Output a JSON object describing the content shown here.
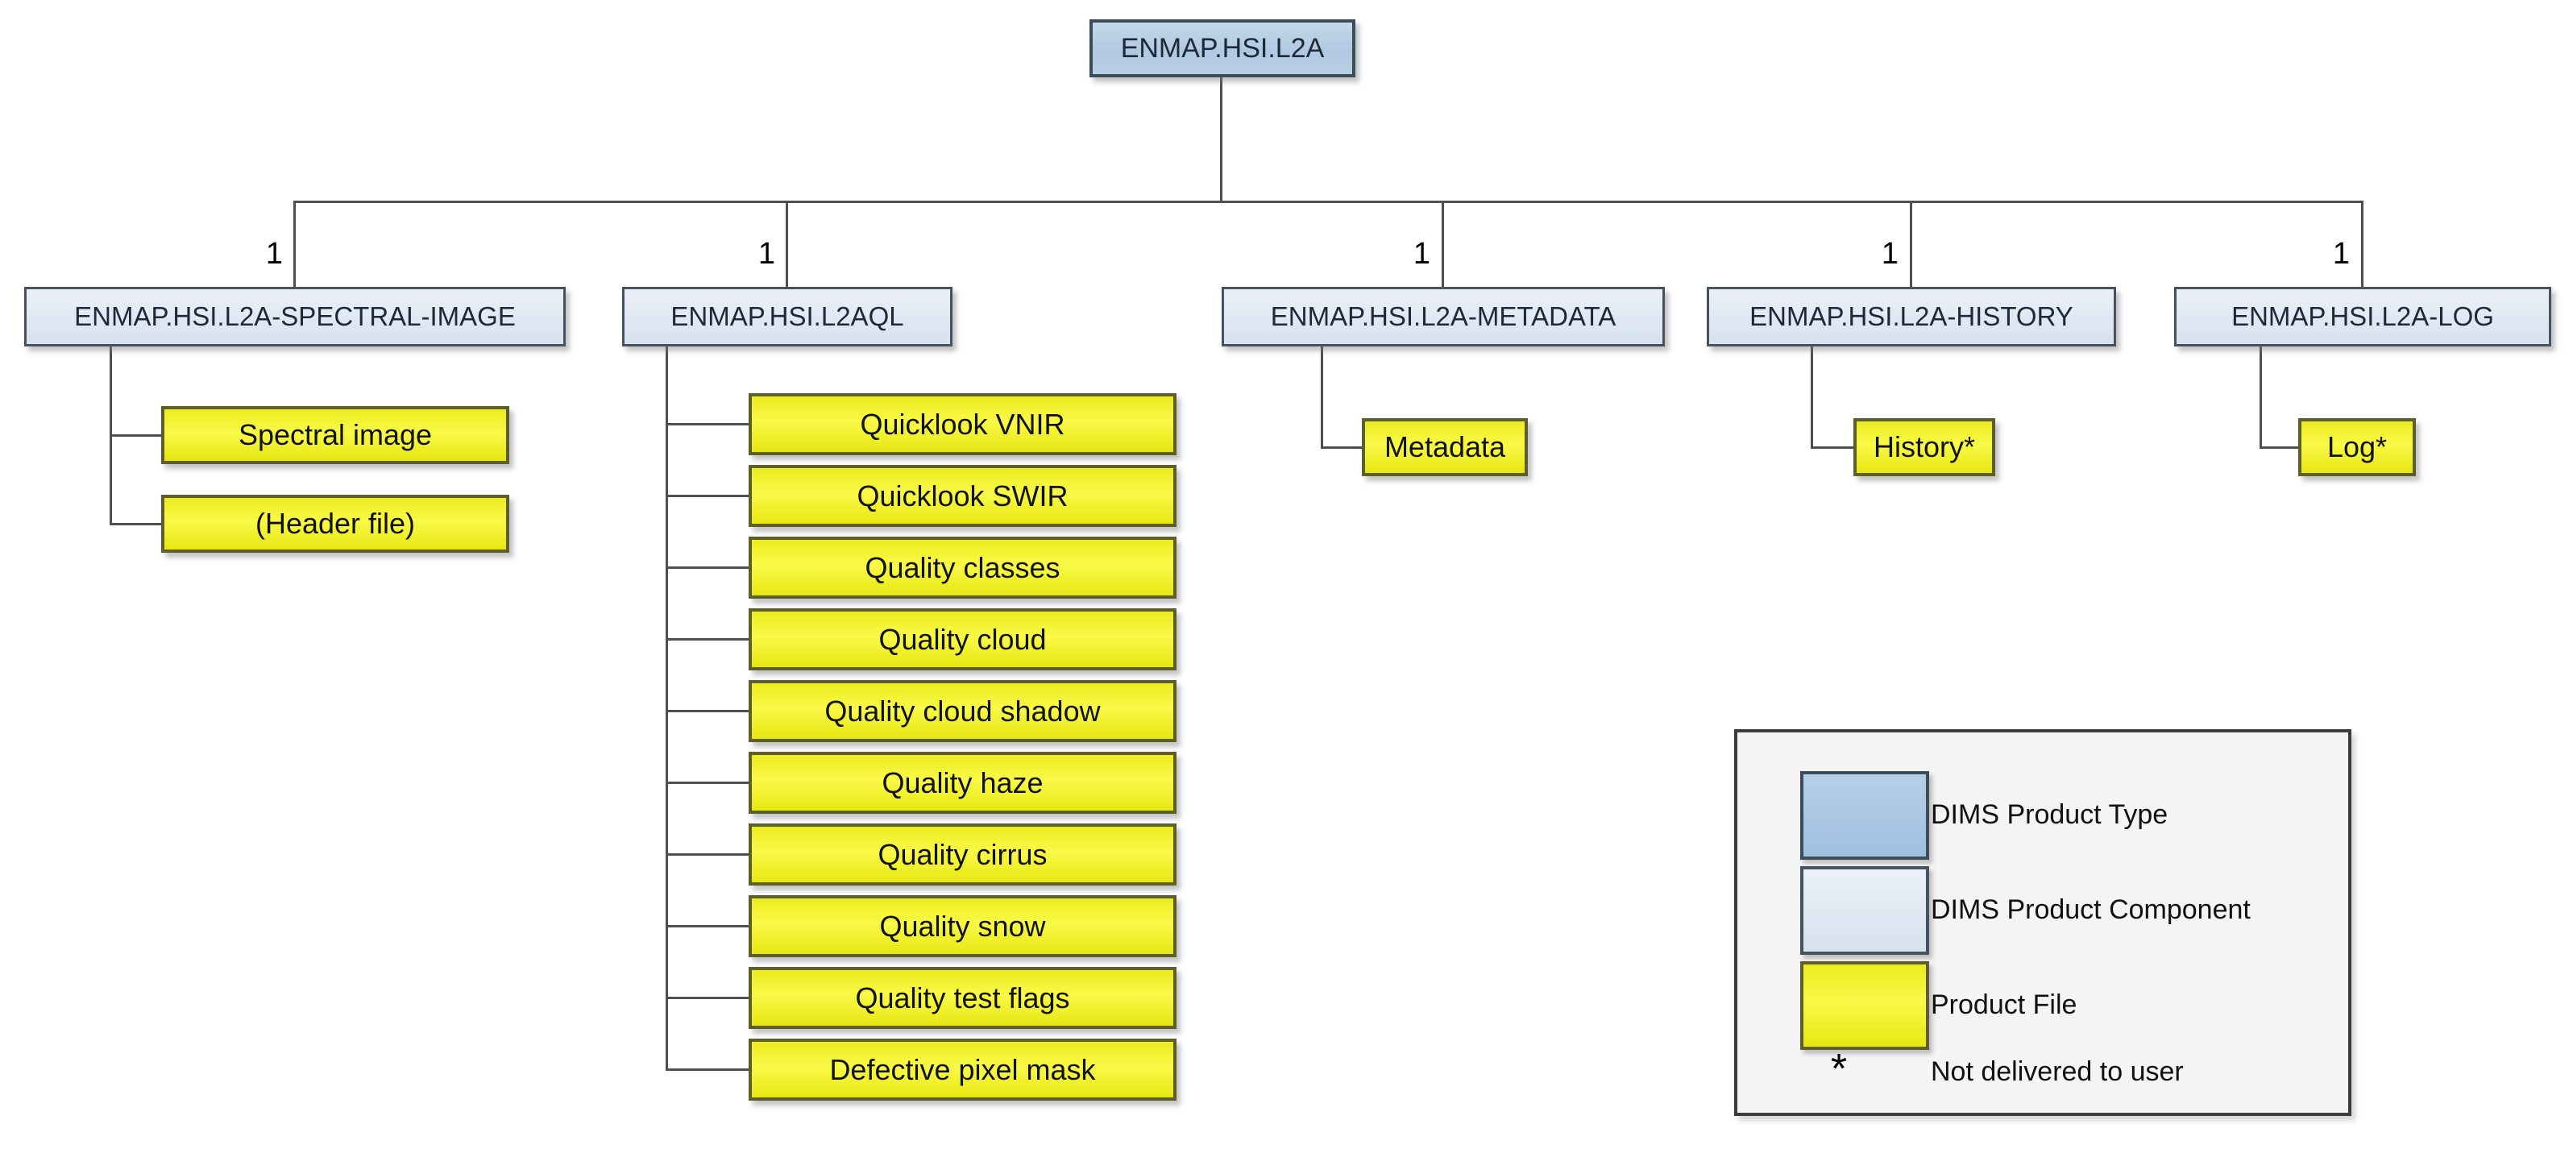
{
  "diagram": {
    "root": {
      "label": "ENMAP.HSI.L2A"
    },
    "multiplicity": "1",
    "components": [
      {
        "label": "ENMAP.HSI.L2A-SPECTRAL-IMAGE",
        "files": [
          "Spectral image",
          "(Header file)"
        ]
      },
      {
        "label": "ENMAP.HSI.L2AQL",
        "files": [
          "Quicklook VNIR",
          "Quicklook SWIR",
          "Quality classes",
          "Quality cloud",
          "Quality cloud shadow",
          "Quality haze",
          "Quality cirrus",
          "Quality snow",
          "Quality test flags",
          "Defective pixel mask"
        ]
      },
      {
        "label": "ENMAP.HSI.L2A-METADATA",
        "files": [
          "Metadata"
        ]
      },
      {
        "label": "ENMAP.HSI.L2A-HISTORY",
        "files": [
          "History*"
        ]
      },
      {
        "label": "ENMAP.HSI.L2A-LOG",
        "files": [
          "Log*"
        ]
      }
    ]
  },
  "legend": {
    "items": [
      {
        "label": "DIMS Product Type"
      },
      {
        "label": "DIMS Product Component"
      },
      {
        "label": "Product File"
      },
      {
        "symbol": "*",
        "label": "Not delivered to user"
      }
    ]
  },
  "colors": {
    "product_type_fill": "#b8cfe6",
    "product_component_fill": "#dce6f1",
    "product_file_fill": "#f2f21e",
    "node_border": "#3d4c59",
    "file_border": "#5e5e2b",
    "connector": "#4f4f4f",
    "legend_background": "#f4f4f4",
    "legend_border": "#3c3c3c"
  }
}
